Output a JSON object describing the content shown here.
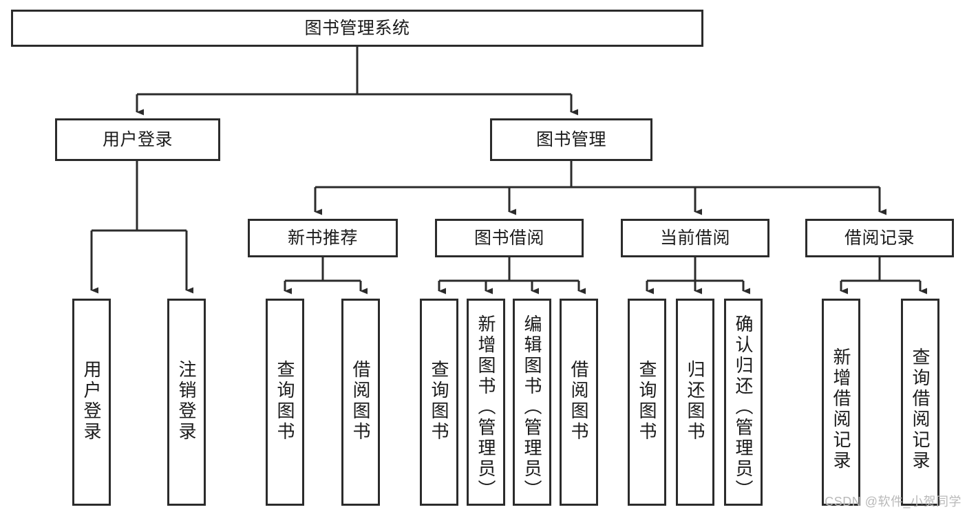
{
  "diagram": {
    "title": "图书管理系统",
    "watermark": "CSDN @软件_小贺同学",
    "colors": {
      "border": "#2b2b2b",
      "fill": "#ffffff",
      "text": "#1a1a1a",
      "connector": "#2b2b2b",
      "watermark": "#b9b9b9"
    },
    "root": {
      "label": "图书管理系统"
    },
    "level2": [
      {
        "label": "用户登录"
      },
      {
        "label": "图书管理"
      }
    ],
    "level3": [
      {
        "label": "新书推荐"
      },
      {
        "label": "图书借阅"
      },
      {
        "label": "当前借阅"
      },
      {
        "label": "借阅记录"
      }
    ],
    "leaves": {
      "user_login": [
        {
          "label": "用户登录"
        },
        {
          "label": "注销登录"
        }
      ],
      "new_book": [
        {
          "label": "查询图书"
        },
        {
          "label": "借阅图书"
        }
      ],
      "book_borrow": [
        {
          "label": "查询图书"
        },
        {
          "label": "新增图书（管理员）"
        },
        {
          "label": "编辑图书（管理员）"
        },
        {
          "label": "借阅图书"
        }
      ],
      "current_borrow": [
        {
          "label": "查询图书"
        },
        {
          "label": "归还图书"
        },
        {
          "label": "确认归还（管理员）"
        }
      ],
      "borrow_record": [
        {
          "label": "新增借阅记录"
        },
        {
          "label": "查询借阅记录"
        }
      ]
    }
  }
}
